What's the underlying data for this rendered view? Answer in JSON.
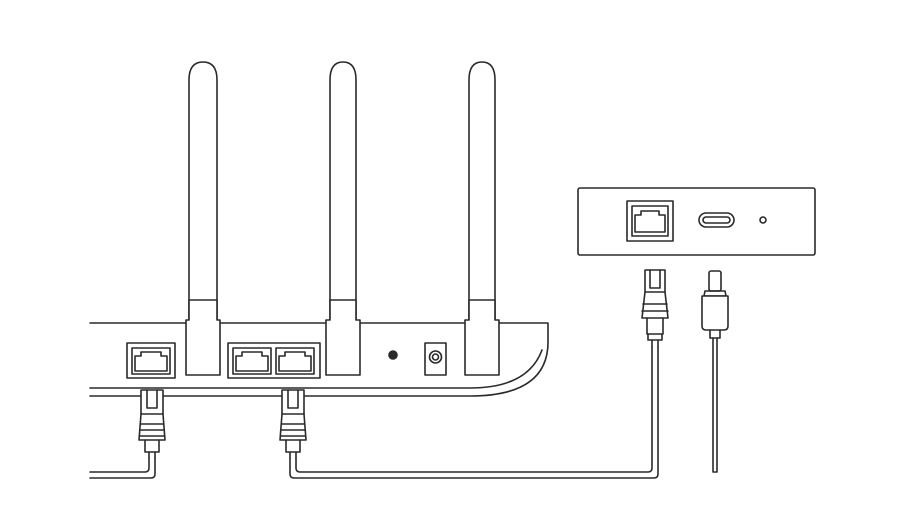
{
  "diagram": {
    "line_color": "#2a2a2a",
    "fill_color": "#ffffff",
    "router": {
      "antennas": 3,
      "ports": [
        {
          "kind": "ethernet-port",
          "count": 1
        },
        {
          "kind": "ethernet-port",
          "count": 2
        },
        {
          "kind": "reset-button",
          "count": 1
        },
        {
          "kind": "power-jack",
          "count": 1
        }
      ]
    },
    "module": {
      "ports": [
        {
          "kind": "ethernet-port"
        },
        {
          "kind": "usb-c-port"
        },
        {
          "kind": "indicator-led"
        }
      ]
    },
    "cables": [
      {
        "kind": "ethernet-cable",
        "from": "router-ethernet-port-1",
        "to": "off-canvas"
      },
      {
        "kind": "ethernet-cable",
        "from": "router-ethernet-port-2",
        "to": "module-ethernet-port"
      },
      {
        "kind": "usb-c-cable",
        "from": "module-usb-c-port",
        "to": "off-canvas"
      }
    ]
  }
}
